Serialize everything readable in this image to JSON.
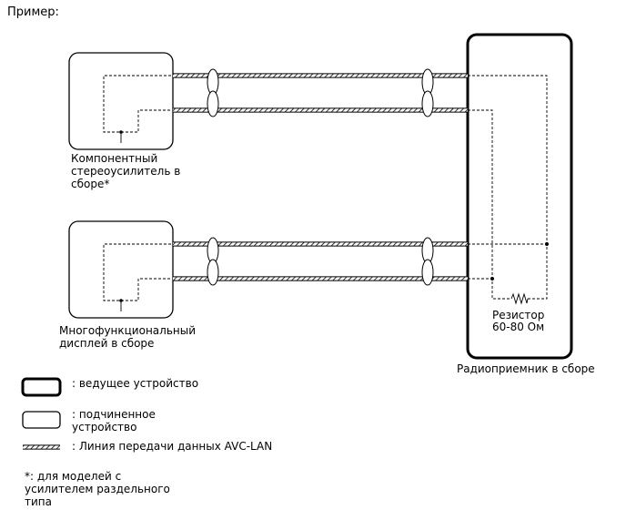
{
  "title": "Пример:",
  "devices": {
    "amplifier": {
      "lines": [
        "Компонентный",
        "стереоусилитель в",
        "сборе*"
      ]
    },
    "display": {
      "lines": [
        "Многофункциональный",
        "дисплей в сборе"
      ]
    },
    "radio": {
      "label": "Радиоприемник в сборе"
    }
  },
  "resistor": {
    "lines": [
      "Резистор",
      "60-80 Ом"
    ]
  },
  "legend": {
    "master": ": ведущее устройство",
    "slave": [
      ": подчиненное",
      "устройство"
    ],
    "line": ": Линия передачи данных AVC-LAN"
  },
  "footnote": [
    "*: для моделей с",
    "усилителем раздельного",
    "типа"
  ]
}
